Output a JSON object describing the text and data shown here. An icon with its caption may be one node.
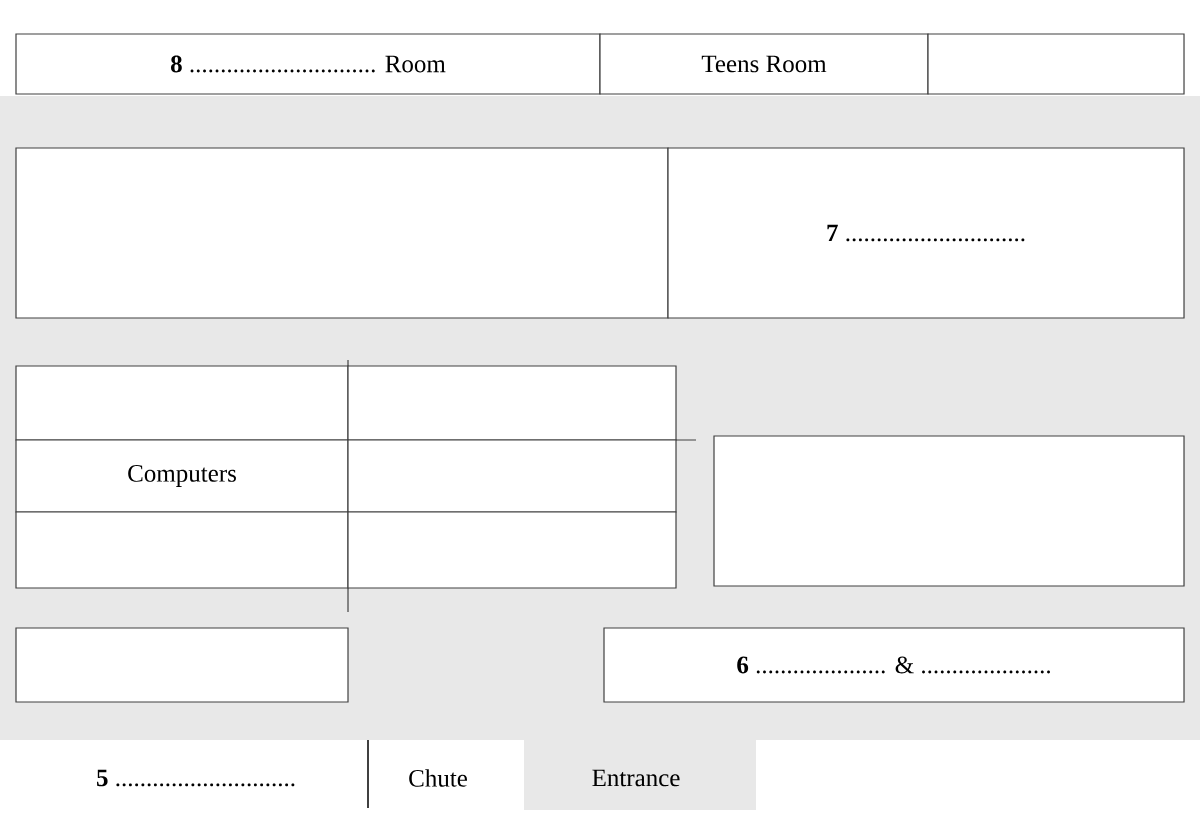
{
  "diagram": {
    "nodes": [
      {
        "text": [
          "**8** .............................. Room"
        ]
      },
      {
        "text": [
          "Teens Room"
        ]
      },
      {
        "text": [],
        "shape": "box"
      },
      {
        "text": [],
        "shape": "box"
      },
      {
        "text": [
          "**7** ............................."
        ]
      },
      {
        "text": [],
        "shape": "box"
      },
      {
        "text": [],
        "shape": "box"
      },
      {
        "text": [
          "Computers"
        ]
      },
      {
        "text": [],
        "shape": "box"
      },
      {
        "text": [],
        "shape": "box"
      },
      {
        "text": [],
        "shape": "box"
      },
      {
        "text": [],
        "shape": "box"
      },
      {
        "text": [],
        "shape": "box"
      },
      {
        "text": [
          "**6** ..................... & ....................."
        ]
      }
    ],
    "labels": [
      "**5** .............................",
      "Chute",
      "Entrance"
    ]
  }
}
